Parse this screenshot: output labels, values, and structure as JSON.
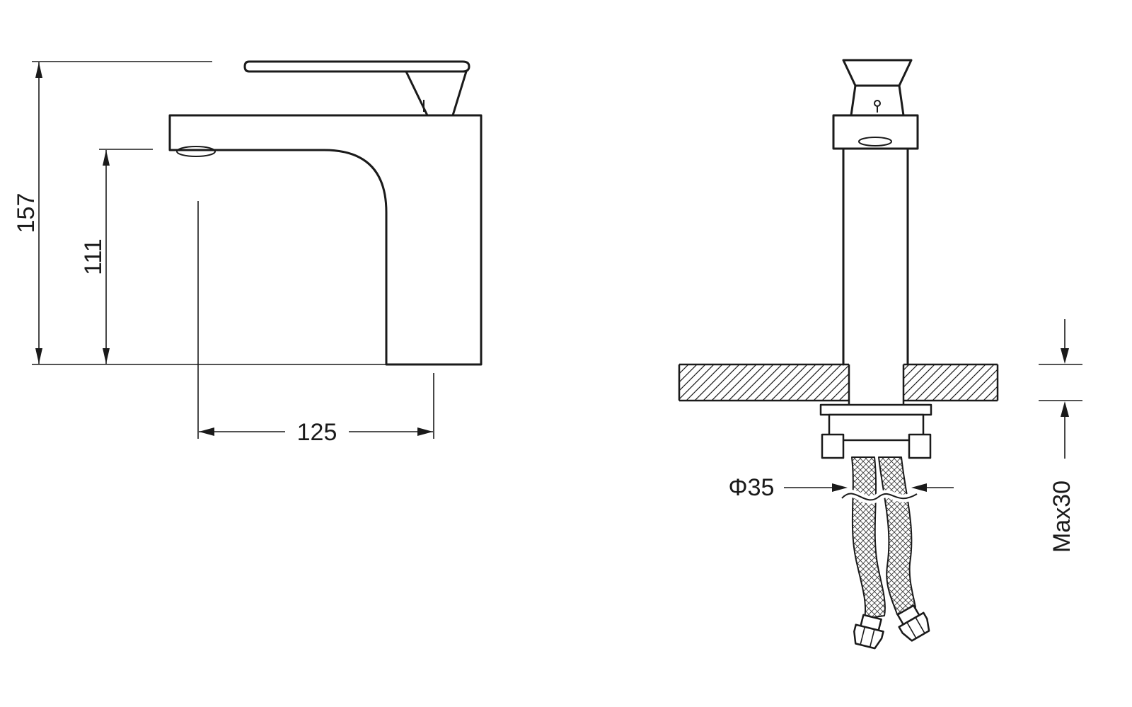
{
  "page": {
    "background_color": "#ffffff",
    "line_color": "#1a1a1a"
  },
  "dimensions": {
    "overall_height": "157",
    "spout_height": "111",
    "spout_reach": "125",
    "hole_diameter": "Φ35",
    "max_mounting_thickness": "Max30"
  }
}
